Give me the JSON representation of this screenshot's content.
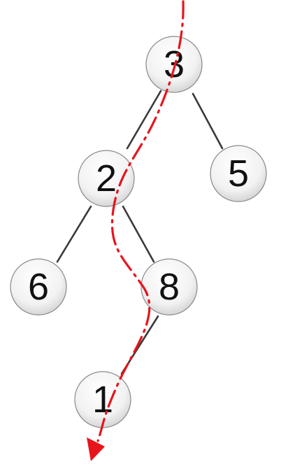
{
  "tree": {
    "nodes": [
      {
        "id": "n3",
        "label": "3"
      },
      {
        "id": "n2",
        "label": "2"
      },
      {
        "id": "n5",
        "label": "5"
      },
      {
        "id": "n6",
        "label": "6"
      },
      {
        "id": "n8",
        "label": "8"
      },
      {
        "id": "n1",
        "label": "1"
      }
    ],
    "edges": [
      {
        "from": "3",
        "to": "2"
      },
      {
        "from": "3",
        "to": "5"
      },
      {
        "from": "2",
        "to": "6"
      },
      {
        "from": "2",
        "to": "8"
      },
      {
        "from": "8",
        "to": "1"
      }
    ],
    "traversal_path": [
      "3",
      "2",
      "8",
      "1"
    ]
  },
  "colors": {
    "path": "#e8141c",
    "node_fill": "#f4f4f4",
    "node_fill_shade": "#d6d6d6",
    "edge": "#3a3a3a"
  }
}
